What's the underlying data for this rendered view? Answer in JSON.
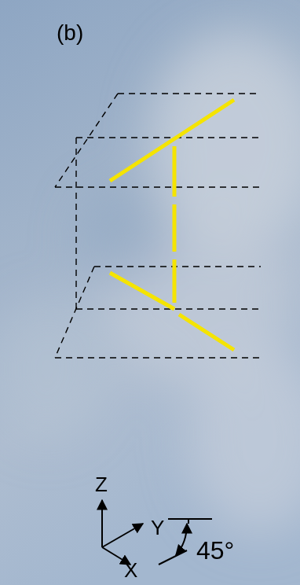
{
  "diagram": {
    "labels": [
      "(b)",
      "Z",
      "Y",
      "X",
      "45°"
    ]
  }
}
